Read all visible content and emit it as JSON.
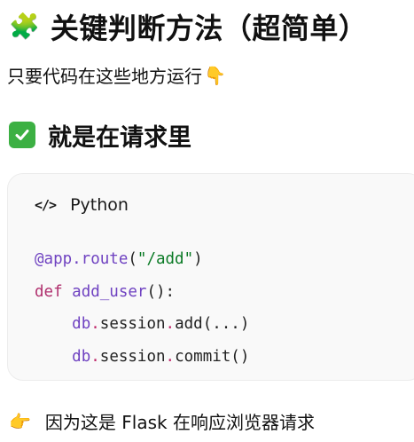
{
  "heading": {
    "emoji": "🧩",
    "title": "关键判断方法（超简单）"
  },
  "intro": {
    "text": "只要代码在这些地方运行",
    "emoji": "👇"
  },
  "section": {
    "icon": "check-mark-icon",
    "title": "就是在请求里"
  },
  "code_block": {
    "language_icon": "</>",
    "language": "Python",
    "lines": [
      [
        {
          "t": "@app.route",
          "c": "decorator"
        },
        {
          "t": "(",
          "c": "plain"
        },
        {
          "t": "\"/add\"",
          "c": "string"
        },
        {
          "t": ")",
          "c": "plain"
        }
      ],
      [
        {
          "t": "def",
          "c": "keyword"
        },
        {
          "t": " ",
          "c": "plain"
        },
        {
          "t": "add_user",
          "c": "func"
        },
        {
          "t": "():",
          "c": "plain"
        }
      ],
      [
        {
          "t": "    ",
          "c": "plain"
        },
        {
          "t": "db",
          "c": "obj"
        },
        {
          "t": ".",
          "c": "dot"
        },
        {
          "t": "session",
          "c": "plain"
        },
        {
          "t": ".",
          "c": "dot"
        },
        {
          "t": "add(...)",
          "c": "plain"
        }
      ],
      [
        {
          "t": "    ",
          "c": "plain"
        },
        {
          "t": "db",
          "c": "obj"
        },
        {
          "t": ".",
          "c": "dot"
        },
        {
          "t": "session",
          "c": "plain"
        },
        {
          "t": ".",
          "c": "dot"
        },
        {
          "t": "commit()",
          "c": "plain"
        }
      ]
    ]
  },
  "footer": {
    "emoji": "👉",
    "text": "因为这是 Flask 在响应浏览器请求"
  },
  "colors": {
    "check_green": "#3cb043",
    "code_background": "#f9f9f9",
    "string": "#0a7a25",
    "keyword": "#b0306e",
    "identifier": "#6f42c1"
  }
}
